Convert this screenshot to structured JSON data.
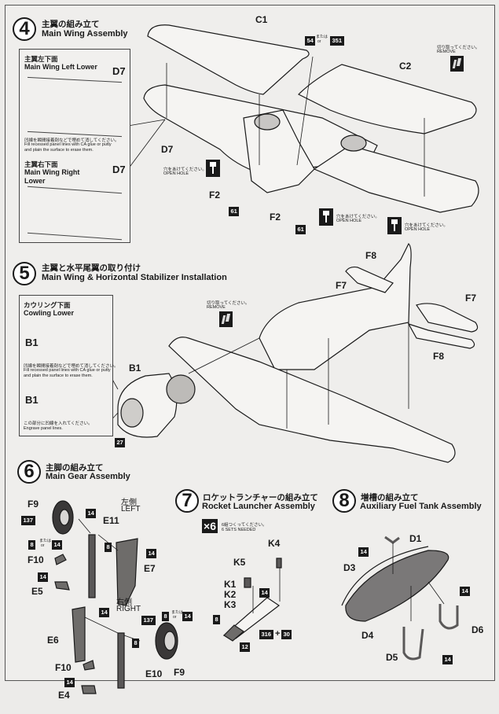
{
  "steps": {
    "step4": {
      "number": "4",
      "title_jp": "主翼の組み立て",
      "title_en": "Main Wing Assembly",
      "inset": {
        "left_jp": "主翼左下面",
        "left_en": "Main Wing Left Lower",
        "left_part": "D7",
        "note_jp": "凹線を瞬間接着剤などで埋めて消してください。",
        "note_en_1": "Fill recessed panel lines with CA glue or putty",
        "note_en_2": "and plain the surface to erase them.",
        "right_jp": "主翼右下面",
        "right_en_1": "Main Wing Right",
        "right_en_2": "Lower",
        "right_part": "D7"
      },
      "parts": {
        "c1": "C1",
        "c2": "C2",
        "d7": "D7",
        "f2a": "F2",
        "f2b": "F2"
      },
      "paint": {
        "p54": "54",
        "p351": "351",
        "p61a": "61",
        "p61b": "61"
      },
      "or_jp": "または",
      "or_en": "or",
      "remove_jp": "切り取ってください。",
      "remove_en": "REMOVE",
      "open_hole_jp": "穴をあけてください。",
      "open_hole_en": "OPEN HOLE"
    },
    "step5": {
      "number": "5",
      "title_jp": "主翼と水平尾翼の取り付け",
      "title_en": "Main Wing & Horizontal Stabilizer Installation",
      "inset": {
        "title_jp": "カウリング下面",
        "title_en": "Cowling Lower",
        "part_top": "B1",
        "note_jp": "凹線を瞬間接着剤などで埋めて消してください。",
        "note_en_1": "Fill recessed panel lines with CA glue or putty",
        "note_en_2": "and plain the surface to erase them.",
        "part_bottom": "B1",
        "engrave_jp": "この部分に凹線を入れてください。",
        "engrave_en": "Engrave panel lines."
      },
      "parts": {
        "b1": "B1",
        "f8_top": "F8",
        "f7_left": "F7",
        "f7_right": "F7",
        "f8_bottom": "F8"
      },
      "paint": {
        "p27": "27"
      },
      "remove_jp": "切り取ってください。",
      "remove_en": "REMOVE"
    },
    "step6": {
      "number": "6",
      "title_jp": "主脚の組み立て",
      "title_en": "Main Gear Assembly",
      "left_jp": "左側",
      "left_en": "LEFT",
      "right_jp": "右側",
      "right_en": "RIGHT",
      "parts": {
        "f9_l": "F9",
        "e11": "E11",
        "f10_l": "F10",
        "e7": "E7",
        "e5": "E5",
        "e6": "E6",
        "f10_r": "F10",
        "e10": "E10",
        "f9_r": "F9",
        "e4": "E4"
      },
      "paint": {
        "p137_l": "137",
        "p8_l": "8",
        "p14_l": "14",
        "p14_strut_l": "14",
        "p8_strut_l": "8",
        "p14_e7": "14",
        "p14_f10_l": "14",
        "p14_r_top": "14",
        "p8_r": "8",
        "p137_r": "137",
        "p8_wheel_r": "8",
        "p14_wheel_r": "14",
        "p14_f10_r": "14"
      },
      "or_jp": "または",
      "or_en": "or"
    },
    "step7": {
      "number": "7",
      "title_jp": "ロケットランチャーの組み立て",
      "title_en": "Rocket Launcher Assembly",
      "qty": "×6",
      "qty_jp": "6組つくってください。",
      "qty_en": "6 SETS NEEDED",
      "parts": {
        "k4": "K4",
        "k5": "K5",
        "k1": "K1",
        "k2": "K2",
        "k3": "K3"
      },
      "paint": {
        "p8": "8",
        "p14": "14",
        "p12": "12",
        "p316": "316",
        "plus": "+",
        "p30": "30"
      }
    },
    "step8": {
      "number": "8",
      "title_jp": "増槽の組み立て",
      "title_en": "Auxiliary Fuel Tank Assembly",
      "parts": {
        "d1": "D1",
        "d3": "D3",
        "d4": "D4",
        "d5": "D5",
        "d6": "D6"
      },
      "paint": {
        "p14_d1": "14",
        "p14_tank": "14",
        "p14_d5": "14"
      }
    }
  },
  "colors": {
    "paper": "#efeeec",
    "ink": "#1a1a1a",
    "part_gray": "#7a7878"
  }
}
